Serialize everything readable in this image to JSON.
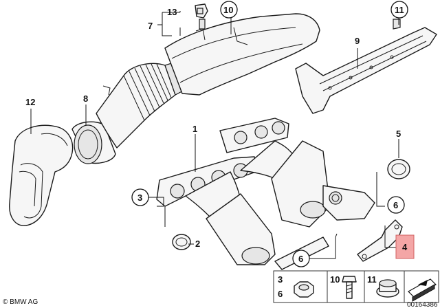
{
  "diagram": {
    "copyright": "© BMW AG",
    "drawing_number": "00164386",
    "callouts": {
      "p1": "1",
      "p2": "2",
      "p3": "3",
      "p4": "4",
      "p5": "5",
      "p6a": "6",
      "p6b": "6",
      "p7": "7",
      "p8": "8",
      "p9": "9",
      "p10": "10",
      "p11": "11",
      "p12": "12",
      "p13": "13"
    },
    "legend": {
      "item_3": "3",
      "item_6": "6",
      "item_10": "10",
      "item_11": "11"
    },
    "highlight_color": "#f4a6a6"
  }
}
